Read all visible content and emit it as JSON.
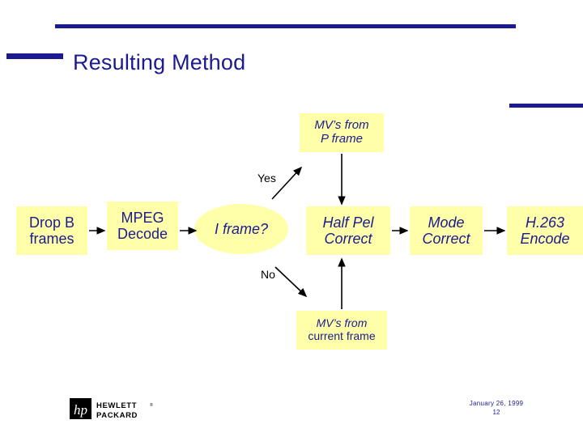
{
  "slide": {
    "title": "Resulting Method",
    "accent_color": "#1b1b8f",
    "box_fill": "#ffffaa"
  },
  "diagram": {
    "nodes": [
      {
        "id": "drop-b-frames",
        "label_line1": "Drop B",
        "label_line2": "frames",
        "shape": "box"
      },
      {
        "id": "mpeg-decode",
        "label_line1": "MPEG",
        "label_line2": "Decode",
        "shape": "box"
      },
      {
        "id": "i-frame-decision",
        "label_line1": "I frame?",
        "shape": "ellipse"
      },
      {
        "id": "half-pel-correct",
        "label_line1": "Half Pel",
        "label_line2": "Correct",
        "shape": "box"
      },
      {
        "id": "mode-correct",
        "label_line1": "Mode",
        "label_line2": "Correct",
        "shape": "box"
      },
      {
        "id": "h263-encode",
        "label_line1": "H.263",
        "label_line2": "Encode",
        "shape": "box"
      },
      {
        "id": "mv-p-frame",
        "label_line1": "MV’s from",
        "label_line2": "P frame",
        "shape": "box"
      },
      {
        "id": "mv-current-frame",
        "label_line1": "MV’s from",
        "label_line2": "current frame",
        "shape": "box"
      }
    ],
    "edge_labels": {
      "yes": "Yes",
      "no": "No"
    }
  },
  "footer": {
    "logo_line1": "HEWLETT",
    "logo_line2": "PACKARD",
    "logo_mark": "hp",
    "date": "January 26, 1999",
    "page": "12"
  }
}
